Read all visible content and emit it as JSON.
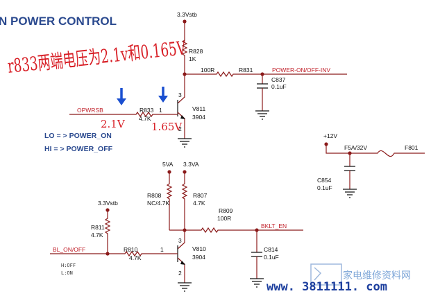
{
  "title": "N POWER CONTROL",
  "annotation": {
    "main": "r833两端电压为2.1v和0.165V",
    "v1": "2.1V",
    "v2": "1.65V"
  },
  "logic": {
    "lo": "LO = > POWER_ON",
    "hi": "HI = > POWER_OFF"
  },
  "state": {
    "h": "H:OFF",
    "l": "L:ON"
  },
  "rails": {
    "top": "3.3Vstb",
    "five": "5VA",
    "three": "3.3VA",
    "left": "3.3Vstb",
    "twelve": "+12V"
  },
  "nets": {
    "power_inv": "POWER-ON/OFF-INV",
    "opwrsb": "OPWRSB",
    "bklt": "BKLT_EN",
    "bl": "BL_ON/OFF"
  },
  "components": {
    "r828": {
      "ref": "R828",
      "val": "1K"
    },
    "r831": {
      "ref": "R831",
      "val": "100R"
    },
    "c837": {
      "ref": "C837",
      "val": "0.1uF"
    },
    "r833": {
      "ref": "R833",
      "val": "4.7K"
    },
    "v811": {
      "ref": "V811",
      "val": "3904"
    },
    "r808": {
      "ref": "R808",
      "val": "NC/4.7K"
    },
    "r807": {
      "ref": "R807",
      "val": "4.7K"
    },
    "r809": {
      "ref": "R809",
      "val": "100R"
    },
    "r811": {
      "ref": "R811",
      "val": "4.7K"
    },
    "r810": {
      "ref": "R810",
      "val": "4.7K"
    },
    "v810": {
      "ref": "V810",
      "val": "3904"
    },
    "c814": {
      "ref": "C814",
      "val": "0.1uF"
    },
    "c854": {
      "ref": "C854",
      "val": "0.1uF"
    },
    "f5a": {
      "ref": "F5A/32V"
    },
    "f801": {
      "ref": "F801"
    }
  },
  "pins": {
    "b": "1",
    "c": "3",
    "e": "2"
  },
  "watermark": {
    "url": "www. 3811111. com",
    "cn": "家电维修资料网"
  }
}
